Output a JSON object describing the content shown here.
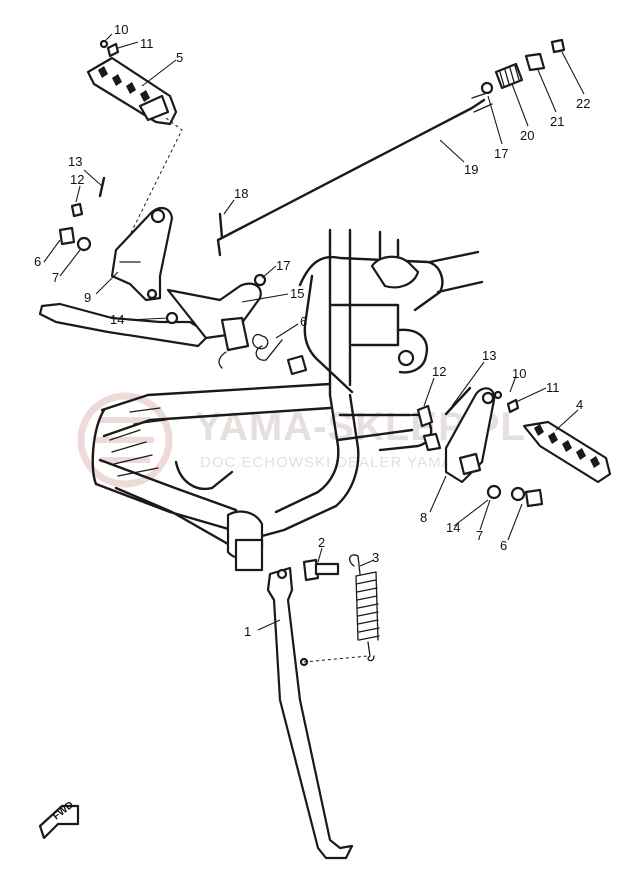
{
  "diagram": {
    "watermark": {
      "brand": "YAMA-SKLEP.PL",
      "tagline": "DOC.ECHOWSKI DEALER YAMAHA"
    },
    "direction_marker": "FWD",
    "callouts": [
      {
        "id": "c1",
        "label": "1"
      },
      {
        "id": "c2",
        "label": "2"
      },
      {
        "id": "c3",
        "label": "3"
      },
      {
        "id": "c4",
        "label": "4"
      },
      {
        "id": "c5",
        "label": "5"
      },
      {
        "id": "c6a",
        "label": "6"
      },
      {
        "id": "c6b",
        "label": "6"
      },
      {
        "id": "c6c",
        "label": "6"
      },
      {
        "id": "c7a",
        "label": "7"
      },
      {
        "id": "c7b",
        "label": "7"
      },
      {
        "id": "c8",
        "label": "8"
      },
      {
        "id": "c9",
        "label": "9"
      },
      {
        "id": "c10a",
        "label": "10"
      },
      {
        "id": "c10b",
        "label": "10"
      },
      {
        "id": "c11a",
        "label": "11"
      },
      {
        "id": "c11b",
        "label": "11"
      },
      {
        "id": "c12a",
        "label": "12"
      },
      {
        "id": "c12b",
        "label": "12"
      },
      {
        "id": "c13a",
        "label": "13"
      },
      {
        "id": "c13b",
        "label": "13"
      },
      {
        "id": "c14a",
        "label": "14"
      },
      {
        "id": "c14b",
        "label": "14"
      },
      {
        "id": "c15",
        "label": "15"
      },
      {
        "id": "c17a",
        "label": "17"
      },
      {
        "id": "c17b",
        "label": "17"
      },
      {
        "id": "c18",
        "label": "18"
      },
      {
        "id": "c19",
        "label": "19"
      },
      {
        "id": "c20",
        "label": "20"
      },
      {
        "id": "c21",
        "label": "21"
      },
      {
        "id": "c22",
        "label": "22"
      }
    ]
  }
}
